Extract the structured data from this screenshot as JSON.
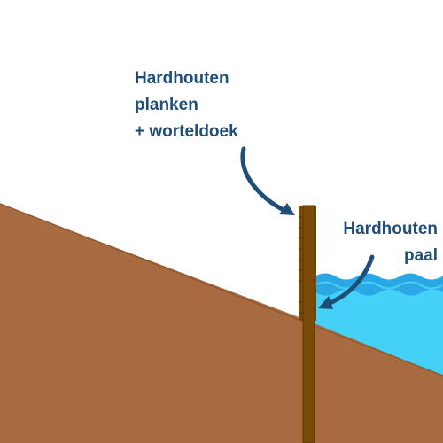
{
  "labels": {
    "planks": [
      "Hardhouten",
      "planken",
      "+ worteldoek"
    ],
    "post": [
      "Hardhouten",
      "paal"
    ]
  },
  "colors": {
    "soil": "#a86b40",
    "soil_edge": "#93592f",
    "water": "#45d0f7",
    "wave": "#2aa8e6",
    "post": "#7a4a07",
    "post_edge": "#5c3604",
    "text": "#1f4e79",
    "arrow": "#1f4e79",
    "sky": "#ffffff"
  }
}
